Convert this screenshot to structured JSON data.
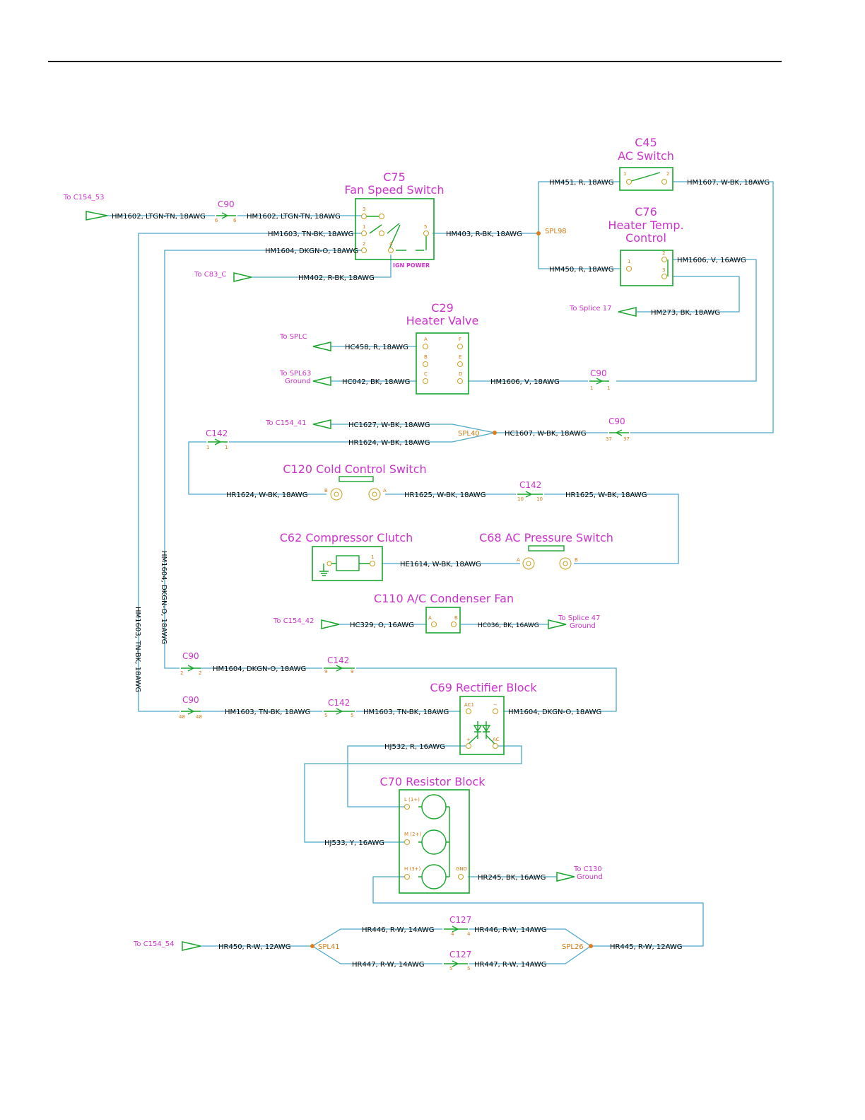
{
  "components": {
    "c75_code": "C75",
    "c75_name": "Fan Speed Switch",
    "ign_power": "IGN POWER",
    "c45_code": "C45",
    "c45_name": "AC Switch",
    "c76_code": "C76",
    "c76_name1": "Heater Temp.",
    "c76_name2": "Control",
    "c29_code": "C29",
    "c29_name": "Heater Valve",
    "c120": "C120 Cold Control Switch",
    "c62": "C62 Compressor Clutch",
    "c68": "C68 AC Pressure Switch",
    "c110": "C110 A/C Condenser Fan",
    "c69": "C69 Rectifier Block",
    "c70": "C70 Resistor Block"
  },
  "refs": {
    "c154_53": "To C154_53",
    "c83_c": "To C83_C",
    "splc": "To SPLC",
    "spl63": "To SPL63",
    "ground": "Ground",
    "splice17": "To Splice 17",
    "c154_41": "To C154_41",
    "c154_42": "To C154_42",
    "splice47": "To Splice 47",
    "c130": "To C130",
    "c154_54": "To C154_54"
  },
  "connectors": {
    "c90": "C90",
    "c142": "C142",
    "c127": "C127"
  },
  "splices": {
    "spl98": "SPL98",
    "spl40": "SPL40",
    "spl41": "SPL41",
    "spl26": "SPL26"
  },
  "wires": {
    "hm1602": "HM1602, LTGN-TN, 18AWG",
    "hm1603": "HM1603, TN-BK, 18AWG",
    "hm1604": "HM1604, DKGN-O, 18AWG",
    "hm402": "HM402, R-BK, 18AWG",
    "hm403": "HM403, R-BK, 18AWG",
    "hm451": "HM451, R, 18AWG",
    "hm1607": "HM1607, W-BK, 18AWG",
    "hm450": "HM450, R, 18AWG",
    "hm1606_16": "HM1606, V, 16AWG",
    "hm273": "HM273, BK, 18AWG",
    "hc458": "HC458, R, 18AWG",
    "hc042": "HC042, BK, 18AWG",
    "hm1606_18": "HM1606, V, 18AWG",
    "hc1627": "HC1627, W-BK, 18AWG",
    "hr1624": "HR1624, W-BK, 18AWG",
    "hc1607": "HC1607, W-BK, 18AWG",
    "hr1625": "HR1625, W-BK, 18AWG",
    "he1614": "HE1614, W-BK, 18AWG",
    "hc329": "HC329, O, 16AWG",
    "hc036": "HC036, BK, 16AWG",
    "hj532": "HJ532, R, 16AWG",
    "hj533": "HJ533, Y, 16AWG",
    "hr245": "HR245, BK, 16AWG",
    "hr446": "HR446, R-W, 14AWG",
    "hr447": "HR447, R-W, 14AWG",
    "hr450": "HR450, R-W, 12AWG",
    "hr445": "HR445, R-W, 12AWG"
  },
  "pins": {
    "p1": "1",
    "p2": "2",
    "p3": "3",
    "p4": "4",
    "p5": "5",
    "p6": "6",
    "p9": "9",
    "p10": "10",
    "p37": "37",
    "p48": "48",
    "pA": "A",
    "pB": "B",
    "pC": "C",
    "pD": "D",
    "pE": "E",
    "pF": "F",
    "ac1": "AC1",
    "ac": "AC",
    "plus": "+",
    "minus": "−",
    "l1": "L (1+)",
    "m2": "M (2+)",
    "h3": "H (3+)",
    "gnd": "GND"
  }
}
